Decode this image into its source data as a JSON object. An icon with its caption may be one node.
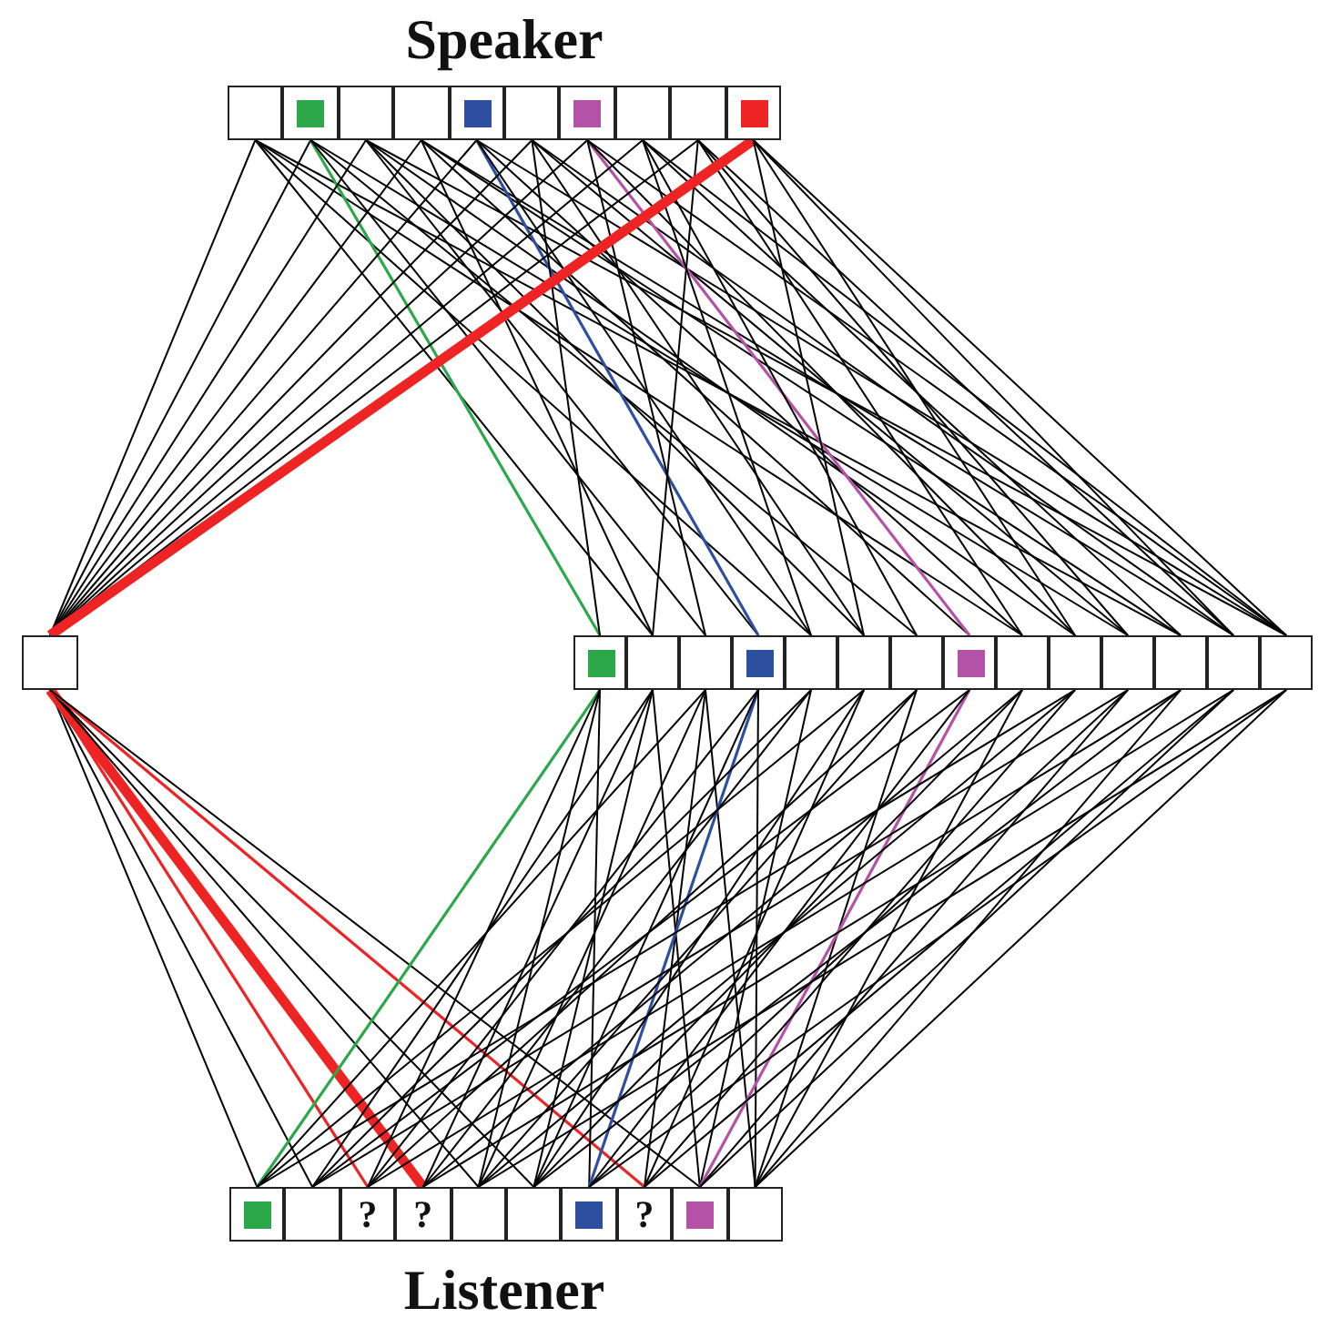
{
  "diagram": {
    "nodes": [
      {
        "text": [],
        "shape": "box"
      },
      {
        "text": [],
        "shape": "box"
      },
      {
        "text": [],
        "shape": "box"
      },
      {
        "text": [],
        "shape": "box"
      },
      {
        "text": [],
        "shape": "box"
      },
      {
        "text": [],
        "shape": "box"
      },
      {
        "text": [],
        "shape": "box"
      },
      {
        "text": [],
        "shape": "box"
      },
      {
        "text": [],
        "shape": "box"
      },
      {
        "text": [],
        "shape": "box"
      },
      {
        "text": [],
        "shape": "box"
      },
      {
        "text": [],
        "shape": "box"
      },
      {
        "text": [],
        "shape": "box"
      },
      {
        "text": [],
        "shape": "box"
      },
      {
        "text": [],
        "shape": "box"
      },
      {
        "text": [],
        "shape": "box"
      },
      {
        "text": [],
        "shape": "box"
      },
      {
        "text": [],
        "shape": "box"
      },
      {
        "text": [],
        "shape": "box"
      },
      {
        "text": [],
        "shape": "box"
      },
      {
        "text": [],
        "shape": "box"
      },
      {
        "text": [],
        "shape": "box"
      },
      {
        "text": [],
        "shape": "box"
      },
      {
        "text": [],
        "shape": "box"
      },
      {
        "text": [],
        "shape": "box"
      },
      {
        "text": [],
        "shape": "box"
      },
      {
        "text": [],
        "shape": "box"
      },
      {
        "text": [
          "?"
        ]
      },
      {
        "text": [
          "?"
        ]
      },
      {
        "text": [],
        "shape": "box"
      },
      {
        "text": [],
        "shape": "box"
      },
      {
        "text": [],
        "shape": "box"
      },
      {
        "text": [
          "?"
        ]
      },
      {
        "text": [],
        "shape": "box"
      },
      {
        "text": [],
        "shape": "box"
      }
    ],
    "edges": [
      {
        "from": 0,
        "to": 10,
        "arrow": "none"
      },
      {
        "from": 0,
        "to": 12,
        "arrow": "none"
      },
      {
        "from": 0,
        "to": 15,
        "arrow": "none"
      },
      {
        "from": 0,
        "to": 19,
        "arrow": "none"
      },
      {
        "from": 0,
        "to": 22,
        "arrow": "none"
      },
      {
        "from": 1,
        "to": 10,
        "arrow": "none"
      },
      {
        "from": 1,
        "to": 11,
        "arrow": "none",
        "color": "#2aa84a"
      },
      {
        "from": 1,
        "to": 13,
        "arrow": "none"
      },
      {
        "from": 1,
        "to": 17,
        "arrow": "none"
      },
      {
        "from": 1,
        "to": 21,
        "arrow": "none"
      },
      {
        "from": 2,
        "to": 10,
        "arrow": "none"
      },
      {
        "from": 2,
        "to": 14,
        "arrow": "none"
      },
      {
        "from": 2,
        "to": 16,
        "arrow": "none"
      },
      {
        "from": 2,
        "to": 20,
        "arrow": "none"
      },
      {
        "from": 2,
        "to": 24,
        "arrow": "none"
      },
      {
        "from": 3,
        "to": 10,
        "arrow": "none"
      },
      {
        "from": 3,
        "to": 12,
        "arrow": "none"
      },
      {
        "from": 3,
        "to": 18,
        "arrow": "none"
      },
      {
        "from": 3,
        "to": 22,
        "arrow": "none"
      },
      {
        "from": 3,
        "to": 23,
        "arrow": "none"
      },
      {
        "from": 4,
        "to": 10,
        "arrow": "none"
      },
      {
        "from": 4,
        "to": 14,
        "arrow": "none",
        "color": "#2e4fa0"
      },
      {
        "from": 4,
        "to": 15,
        "arrow": "none"
      },
      {
        "from": 4,
        "to": 19,
        "arrow": "none"
      },
      {
        "from": 4,
        "to": 24,
        "arrow": "none"
      },
      {
        "from": 5,
        "to": 10,
        "arrow": "none"
      },
      {
        "from": 5,
        "to": 11,
        "arrow": "none"
      },
      {
        "from": 5,
        "to": 16,
        "arrow": "none"
      },
      {
        "from": 5,
        "to": 21,
        "arrow": "none"
      },
      {
        "from": 5,
        "to": 23,
        "arrow": "none"
      },
      {
        "from": 6,
        "to": 10,
        "arrow": "none"
      },
      {
        "from": 6,
        "to": 18,
        "arrow": "none",
        "color": "#b352a6"
      },
      {
        "from": 6,
        "to": 13,
        "arrow": "none"
      },
      {
        "from": 6,
        "to": 20,
        "arrow": "none"
      },
      {
        "from": 6,
        "to": 24,
        "arrow": "none"
      },
      {
        "from": 7,
        "to": 10,
        "arrow": "none"
      },
      {
        "from": 7,
        "to": 15,
        "arrow": "none"
      },
      {
        "from": 7,
        "to": 17,
        "arrow": "none"
      },
      {
        "from": 7,
        "to": 22,
        "arrow": "none"
      },
      {
        "from": 7,
        "to": 24,
        "arrow": "none"
      },
      {
        "from": 8,
        "to": 10,
        "arrow": "none"
      },
      {
        "from": 8,
        "to": 12,
        "arrow": "none"
      },
      {
        "from": 8,
        "to": 19,
        "arrow": "none"
      },
      {
        "from": 8,
        "to": 21,
        "arrow": "none"
      },
      {
        "from": 8,
        "to": 23,
        "arrow": "none"
      },
      {
        "from": 9,
        "to": 10,
        "arrow": "none",
        "style": "thick",
        "color": "#ee2424"
      },
      {
        "from": 9,
        "to": 16,
        "arrow": "none"
      },
      {
        "from": 9,
        "to": 20,
        "arrow": "none"
      },
      {
        "from": 9,
        "to": 24,
        "arrow": "none"
      },
      {
        "from": 9,
        "to": 23,
        "arrow": "none"
      },
      {
        "from": 10,
        "to": 25,
        "arrow": "none"
      },
      {
        "from": 10,
        "to": 26,
        "arrow": "none"
      },
      {
        "from": 10,
        "to": 27,
        "arrow": "none",
        "color": "#ee2424"
      },
      {
        "from": 10,
        "to": 28,
        "arrow": "none",
        "style": "thick",
        "color": "#ee2424"
      },
      {
        "from": 10,
        "to": 29,
        "arrow": "none"
      },
      {
        "from": 10,
        "to": 30,
        "arrow": "none"
      },
      {
        "from": 10,
        "to": 32,
        "arrow": "none",
        "color": "#ee2424"
      },
      {
        "from": 10,
        "to": 33,
        "arrow": "none"
      },
      {
        "from": 11,
        "to": 25,
        "arrow": "none",
        "color": "#2aa84a"
      },
      {
        "from": 11,
        "to": 27,
        "arrow": "none"
      },
      {
        "from": 11,
        "to": 29,
        "arrow": "none"
      },
      {
        "from": 11,
        "to": 31,
        "arrow": "none"
      },
      {
        "from": 12,
        "to": 26,
        "arrow": "none"
      },
      {
        "from": 12,
        "to": 28,
        "arrow": "none"
      },
      {
        "from": 12,
        "to": 30,
        "arrow": "none"
      },
      {
        "from": 12,
        "to": 33,
        "arrow": "none"
      },
      {
        "from": 13,
        "to": 25,
        "arrow": "none"
      },
      {
        "from": 13,
        "to": 29,
        "arrow": "none"
      },
      {
        "from": 13,
        "to": 32,
        "arrow": "none"
      },
      {
        "from": 13,
        "to": 34,
        "arrow": "none"
      },
      {
        "from": 14,
        "to": 31,
        "arrow": "none",
        "color": "#2e4fa0"
      },
      {
        "from": 14,
        "to": 27,
        "arrow": "none"
      },
      {
        "from": 14,
        "to": 30,
        "arrow": "none"
      },
      {
        "from": 14,
        "to": 34,
        "arrow": "none"
      },
      {
        "from": 15,
        "to": 26,
        "arrow": "none"
      },
      {
        "from": 15,
        "to": 28,
        "arrow": "none"
      },
      {
        "from": 15,
        "to": 33,
        "arrow": "none"
      },
      {
        "from": 16,
        "to": 25,
        "arrow": "none"
      },
      {
        "from": 16,
        "to": 30,
        "arrow": "none"
      },
      {
        "from": 16,
        "to": 32,
        "arrow": "none"
      },
      {
        "from": 17,
        "to": 27,
        "arrow": "none"
      },
      {
        "from": 17,
        "to": 29,
        "arrow": "none"
      },
      {
        "from": 17,
        "to": 34,
        "arrow": "none"
      },
      {
        "from": 18,
        "to": 33,
        "arrow": "none",
        "color": "#b352a6"
      },
      {
        "from": 18,
        "to": 26,
        "arrow": "none"
      },
      {
        "from": 18,
        "to": 31,
        "arrow": "none"
      },
      {
        "from": 19,
        "to": 28,
        "arrow": "none"
      },
      {
        "from": 19,
        "to": 30,
        "arrow": "none"
      },
      {
        "from": 19,
        "to": 34,
        "arrow": "none"
      },
      {
        "from": 20,
        "to": 25,
        "arrow": "none"
      },
      {
        "from": 20,
        "to": 29,
        "arrow": "none"
      },
      {
        "from": 20,
        "to": 32,
        "arrow": "none"
      },
      {
        "from": 21,
        "to": 26,
        "arrow": "none"
      },
      {
        "from": 21,
        "to": 31,
        "arrow": "none"
      },
      {
        "from": 21,
        "to": 33,
        "arrow": "none"
      },
      {
        "from": 22,
        "to": 27,
        "arrow": "none"
      },
      {
        "from": 22,
        "to": 30,
        "arrow": "none"
      },
      {
        "from": 22,
        "to": 34,
        "arrow": "none"
      },
      {
        "from": 23,
        "to": 28,
        "arrow": "none"
      },
      {
        "from": 23,
        "to": 32,
        "arrow": "none"
      },
      {
        "from": 23,
        "to": 33,
        "arrow": "none"
      },
      {
        "from": 24,
        "to": 29,
        "arrow": "none"
      },
      {
        "from": 24,
        "to": 31,
        "arrow": "none"
      },
      {
        "from": 24,
        "to": 34,
        "arrow": "none"
      }
    ],
    "labels": [
      "Speaker",
      "Listener"
    ]
  }
}
